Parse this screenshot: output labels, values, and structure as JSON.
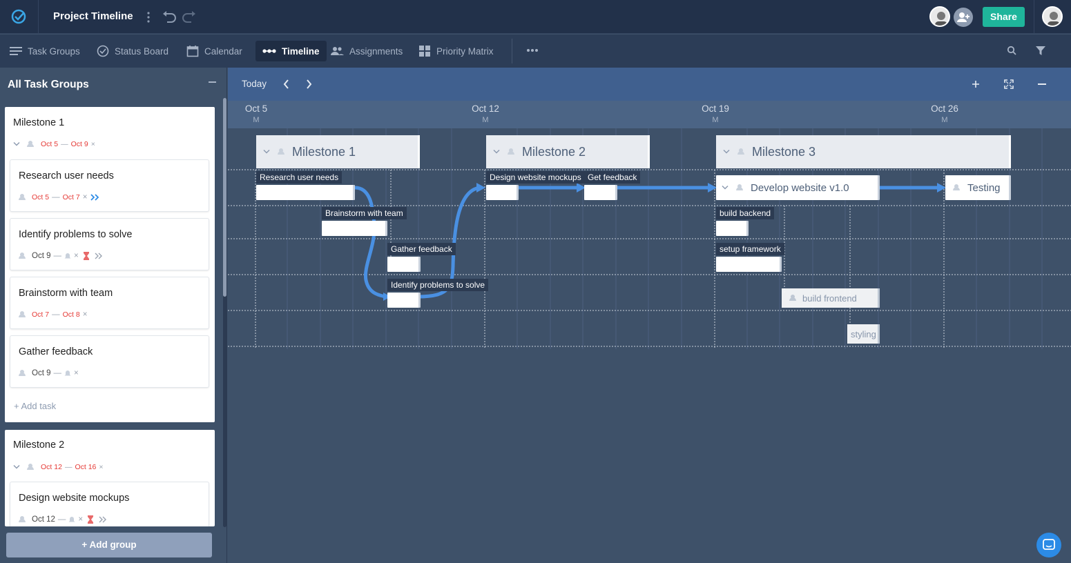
{
  "app": {
    "title": "Project Timeline",
    "share_label": "Share"
  },
  "nav": {
    "task_groups": "Task Groups",
    "status_board": "Status Board",
    "calendar": "Calendar",
    "timeline": "Timeline",
    "assignments": "Assignments",
    "priority_matrix": "Priority Matrix"
  },
  "sidebar": {
    "title": "All Task Groups",
    "add_task": "+ Add task",
    "add_group": "+ Add group",
    "groups": [
      {
        "name": "Milestone 1",
        "start": "Oct 5",
        "end": "Oct 9",
        "tasks": [
          {
            "name": "Research user needs",
            "start": "Oct 5",
            "end": "Oct 7"
          },
          {
            "name": "Identify problems to solve",
            "start": "Oct 9"
          },
          {
            "name": "Brainstorm with team",
            "start": "Oct 7",
            "end": "Oct 8"
          },
          {
            "name": "Gather feedback",
            "start": "Oct 9"
          }
        ]
      },
      {
        "name": "Milestone 2",
        "start": "Oct 12",
        "end": "Oct 16",
        "tasks": [
          {
            "name": "Design website mockups",
            "start": "Oct 12"
          }
        ]
      }
    ]
  },
  "timeline": {
    "today_label": "Today",
    "dates": [
      {
        "label": "Oct 5",
        "day": "M"
      },
      {
        "label": "Oct 12",
        "day": "M"
      },
      {
        "label": "Oct 19",
        "day": "M"
      },
      {
        "label": "Oct 26",
        "day": "M"
      }
    ],
    "milestones": [
      "Milestone 1",
      "Milestone 2",
      "Milestone 3"
    ],
    "tasks": {
      "research": "Research user needs",
      "brainstorm": "Brainstorm with team",
      "gather": "Gather feedback",
      "identify": "Identify problems to solve",
      "design": "Design website mockups",
      "get_feedback": "Get feedback",
      "develop": "Develop website v1.0",
      "testing": "Testing",
      "build_backend": "build backend",
      "setup_framework": "setup framework",
      "build_frontend": "build frontend",
      "styling": "styling"
    }
  },
  "colors": {
    "accent": "#1fb59b",
    "arrow": "#4a90e2",
    "overdue": "#e53935"
  }
}
